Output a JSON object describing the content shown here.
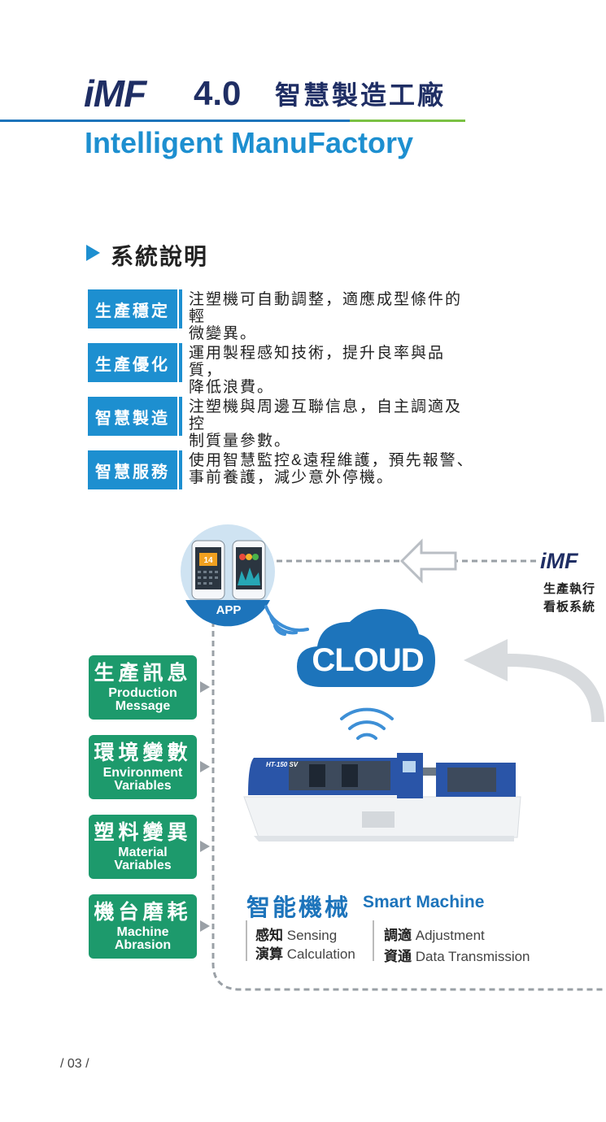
{
  "header": {
    "brand_i": "i",
    "brand_mf": "MF",
    "version": "4.0",
    "title_cn": "智慧製造工廠",
    "title_en": "Intelligent ManuFactory"
  },
  "section": {
    "title": "系統說明",
    "features": [
      {
        "label": "生產穩定",
        "line1": "注塑機可自動調整，適應成型條件的輕",
        "line2": "微變異。"
      },
      {
        "label": "生產優化",
        "line1": "運用製程感知技術，提升良率與品質，",
        "line2": "降低浪費。"
      },
      {
        "label": "智慧製造",
        "line1": "注塑機與周邊互聯信息，自主調適及控",
        "line2": "制質量參數。"
      },
      {
        "label": "智慧服務",
        "line1": "使用智慧監控&遠程維護，預先報警、",
        "line2": "事前養護，減少意外停機。"
      }
    ]
  },
  "diagram": {
    "app_label": "APP",
    "phone_date": "14",
    "cloud_label": "CLOUD",
    "imf_logo": "iMF",
    "imf_sub_line1": "生產執行",
    "imf_sub_line2": "看板系統",
    "machine_model": "HT-150 SV",
    "inputs": [
      {
        "cn": "生產訊息",
        "en1": "Production",
        "en2": "Message"
      },
      {
        "cn": "環境變數",
        "en1": "Environment",
        "en2": "Variables"
      },
      {
        "cn": "塑料變異",
        "en1": "Material",
        "en2": "Variables"
      },
      {
        "cn": "機台磨耗",
        "en1": "Machine",
        "en2": "Abrasion"
      }
    ],
    "smart_cn": "智能機械",
    "smart_en": "Smart Machine",
    "smart_items": [
      {
        "cn": "感知",
        "en": "Sensing"
      },
      {
        "cn": "演算",
        "en": "Calculation"
      },
      {
        "cn": "調適",
        "en": "Adjustment"
      },
      {
        "cn": "資通",
        "en": "Data Transmission"
      }
    ]
  },
  "footer": {
    "page_number": "/ 03 /"
  },
  "colors": {
    "navy": "#1f2e64",
    "blue": "#1d8fd0",
    "green_box": "#1d9a6c",
    "accent_green": "#7ac143"
  }
}
